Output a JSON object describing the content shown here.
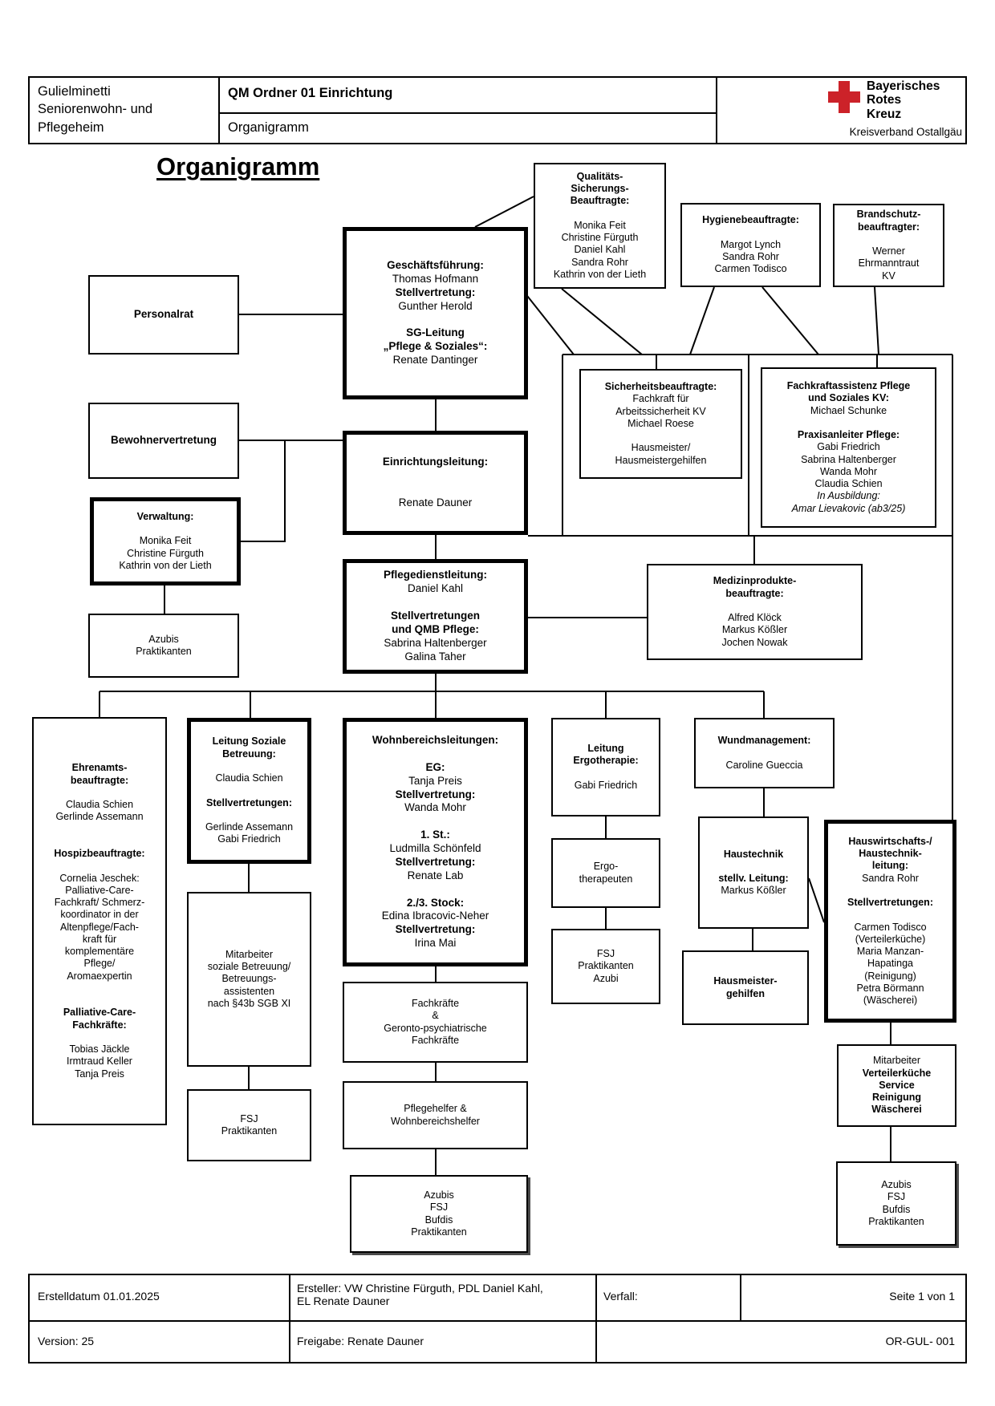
{
  "header": {
    "facility": "Gulielminetti\nSeniorenwohn- und\nPflegeheim",
    "doc_folder": "QM Ordner 01 Einrichtung",
    "doc_type": "Organigramm",
    "logo": {
      "brand": "Bayerisches\nRotes\nKreuz",
      "region": "Kreisverband Ostallgäu",
      "cross_icon": "red-cross",
      "brand_red": "#cc2229"
    }
  },
  "title": "Organigramm",
  "boxes": {
    "qs": {
      "lines": [
        {
          "t": "Qualitäts-",
          "b": 1
        },
        {
          "t": "Sicherungs-",
          "b": 1
        },
        {
          "t": "Beauftragte:",
          "b": 1
        },
        "",
        "Monika Feit",
        "Christine Fürguth",
        "Daniel Kahl",
        "Sandra Rohr",
        "Kathrin von der Lieth"
      ]
    },
    "hygiene": {
      "lines": [
        {
          "t": "Hygienebeauftragte:",
          "b": 1
        },
        "",
        "Margot Lynch",
        "Sandra Rohr",
        "Carmen Todisco"
      ]
    },
    "brandschutz": {
      "lines": [
        {
          "t": "Brandschutz-",
          "b": 1
        },
        {
          "t": "beauftragter:",
          "b": 1
        },
        "",
        "Werner",
        "Ehrmanntraut",
        "KV"
      ]
    },
    "gf": {
      "lines": [
        {
          "t": "Geschäftsführung:",
          "b": 1
        },
        "Thomas Hofmann",
        {
          "t": "Stellvertretung:",
          "b": 1
        },
        "Gunther Herold",
        "",
        {
          "t": "SG-Leitung",
          "b": 1
        },
        {
          "t": "„Pflege & Soziales“:",
          "b": 1
        },
        "Renate Dantinger"
      ]
    },
    "personalrat": {
      "lines": [
        {
          "t": "Personalrat",
          "b": 1
        }
      ]
    },
    "bewohner": {
      "lines": [
        {
          "t": "Bewohnervertretung",
          "b": 1
        }
      ]
    },
    "verwaltung": {
      "lines": [
        {
          "t": "Verwaltung:",
          "b": 1
        },
        "",
        "Monika Feit",
        "Christine Fürguth",
        "Kathrin von der Lieth"
      ]
    },
    "azubis_links": {
      "lines": [
        "Azubis",
        "Praktikanten"
      ]
    },
    "el": {
      "lines": [
        {
          "t": "Einrichtungsleitung:",
          "b": 1
        },
        "",
        "",
        "Renate Dauner"
      ]
    },
    "sich": {
      "lines": [
        {
          "t": "Sicherheitsbeauftragte:",
          "b": 1
        },
        "Fachkraft für",
        "Arbeitssicherheit KV",
        "Michael Roese",
        "",
        "Hausmeister/",
        "Hausmeistergehilfen"
      ]
    },
    "fka": {
      "lines": [
        {
          "t": "Fachkraftassistenz Pflege",
          "b": 1
        },
        {
          "t": "und Soziales KV:",
          "b": 1
        },
        "Michael Schunke",
        "",
        {
          "t": "Praxisanleiter Pflege:",
          "b": 1
        },
        "Gabi Friedrich",
        "Sabrina Haltenberger",
        "Wanda Mohr",
        "Claudia Schien",
        {
          "t": "In Ausbildung:",
          "i": 1
        },
        {
          "t": "Amar Lievakovic (ab3/25)",
          "i": 1
        }
      ]
    },
    "pdl": {
      "lines": [
        {
          "t": "Pflegedienstleitung:",
          "b": 1
        },
        "Daniel Kahl",
        "",
        {
          "t": "Stellvertretungen",
          "b": 1
        },
        {
          "t": "und QMB Pflege:",
          "b": 1
        },
        "Sabrina Haltenberger",
        "Galina Taher"
      ]
    },
    "medizin": {
      "lines": [
        {
          "t": "Medizinprodukte-",
          "b": 1
        },
        {
          "t": "beauftragte:",
          "b": 1
        },
        "",
        "Alfred Klöck",
        "Markus Kößler",
        "Jochen Nowak"
      ]
    },
    "ehrenamt": {
      "lines": [
        {
          "t": "Ehrenamts-",
          "b": 1
        },
        {
          "t": "beauftragte:",
          "b": 1
        },
        "",
        "Claudia Schien",
        "Gerlinde Assemann",
        "",
        "",
        {
          "t": "Hospizbeauftragte:",
          "b": 1
        },
        "",
        "Cornelia Jeschek:",
        "Palliative-Care-",
        "Fachkraft/ Schmerz-",
        "koordinator in der",
        "Altenpflege/Fach-",
        "kraft für",
        "komplementäre",
        "Pflege/",
        "Aromaexpertin",
        "",
        "",
        {
          "t": "Palliative-Care-",
          "b": 1
        },
        {
          "t": "Fachkräfte:",
          "b": 1
        },
        "",
        "Tobias Jäckle",
        "Irmtraud Keller",
        "Tanja Preis"
      ]
    },
    "ls": {
      "lines": [
        {
          "t": "Leitung Soziale",
          "b": 1
        },
        {
          "t": "Betreuung:",
          "b": 1
        },
        "",
        "Claudia Schien",
        "",
        {
          "t": "Stellvertretungen:",
          "b": 1
        },
        "",
        "Gerlinde Assemann",
        "Gabi Friedrich"
      ]
    },
    "msb": {
      "lines": [
        "Mitarbeiter",
        "soziale Betreuung/",
        "Betreuungs-",
        "assistenten",
        "nach §43b SGB XI"
      ]
    },
    "fsj_betreuung": {
      "lines": [
        "FSJ",
        "Praktikanten"
      ]
    },
    "wbl": {
      "lines": [
        {
          "t": "Wohnbereichsleitungen:",
          "b": 1
        },
        "",
        {
          "t": "EG:",
          "b": 1
        },
        "Tanja Preis",
        {
          "t": "Stellvertretung:",
          "b": 1
        },
        "Wanda Mohr",
        "",
        {
          "t": "1. St.:",
          "b": 1
        },
        "Ludmilla Schönfeld",
        {
          "t": "Stellvertretung:",
          "b": 1
        },
        "Renate Lab",
        "",
        {
          "t": "2./3. Stock:",
          "b": 1
        },
        "Edina Ibracovic-Neher",
        {
          "t": "Stellvertretung:",
          "b": 1
        },
        "Irina Mai"
      ]
    },
    "fach": {
      "lines": [
        "Fachkräfte",
        "&",
        "Geronto-psychiatrische",
        "Fachkräfte"
      ]
    },
    "pfleg": {
      "lines": [
        "Pflegehelfer &",
        "Wohnbereichshelfer"
      ]
    },
    "azubis_pflege": {
      "lines": [
        "Azubis",
        "FSJ",
        "Bufdis",
        "Praktikanten"
      ]
    },
    "le": {
      "lines": [
        {
          "t": "Leitung",
          "b": 1
        },
        {
          "t": "Ergotherapie:",
          "b": 1
        },
        "",
        "Gabi Friedrich"
      ]
    },
    "ergo": {
      "lines": [
        "Ergo-",
        "therapeuten"
      ]
    },
    "fsj_ergo": {
      "lines": [
        "FSJ",
        "Praktikanten",
        "Azubi"
      ]
    },
    "wm": {
      "lines": [
        {
          "t": "Wundmanagement:",
          "b": 1
        },
        "",
        "Caroline Gueccia"
      ]
    },
    "ht": {
      "lines": [
        {
          "t": "Haustechnik",
          "b": 1
        },
        "",
        {
          "t": "stellv. Leitung:",
          "b": 1
        },
        "Markus Kößler"
      ]
    },
    "hmg": {
      "lines": [
        {
          "t": "Hausmeister-",
          "b": 1
        },
        {
          "t": "gehilfen",
          "b": 1
        }
      ]
    },
    "hw": {
      "lines": [
        {
          "t": "Hauswirtschafts-/",
          "b": 1
        },
        {
          "t": "Haustechnik-",
          "b": 1
        },
        {
          "t": "leitung:",
          "b": 1
        },
        "Sandra Rohr",
        "",
        {
          "t": "Stellvertretungen:",
          "b": 1
        },
        "",
        "Carmen Todisco",
        "(Verteilerküche)",
        "Maria Manzan-",
        "Hapatinga",
        "(Reinigung)",
        "Petra Börmann",
        "(Wäscherei)"
      ]
    },
    "mvk": {
      "lines": [
        "Mitarbeiter",
        {
          "t": "Verteilerküche",
          "b": 1
        },
        {
          "t": "Service",
          "b": 1
        },
        {
          "t": "Reinigung",
          "b": 1
        },
        {
          "t": "Wäscherei",
          "b": 1
        }
      ]
    },
    "azubis_hw": {
      "lines": [
        "Azubis",
        "FSJ",
        "Bufdis",
        "Praktikanten"
      ]
    }
  },
  "footer": {
    "erstelldatum": "Erstelldatum 01.01.2025",
    "ersteller": "Ersteller: VW Christine Fürguth, PDL Daniel Kahl,\nEL Renate Dauner",
    "verfall": "Verfall:",
    "seite": "Seite 1 von 1",
    "version": "Version: 25",
    "freigabe": "Freigabe: Renate Dauner",
    "doc_id": "OR-GUL- 001"
  }
}
